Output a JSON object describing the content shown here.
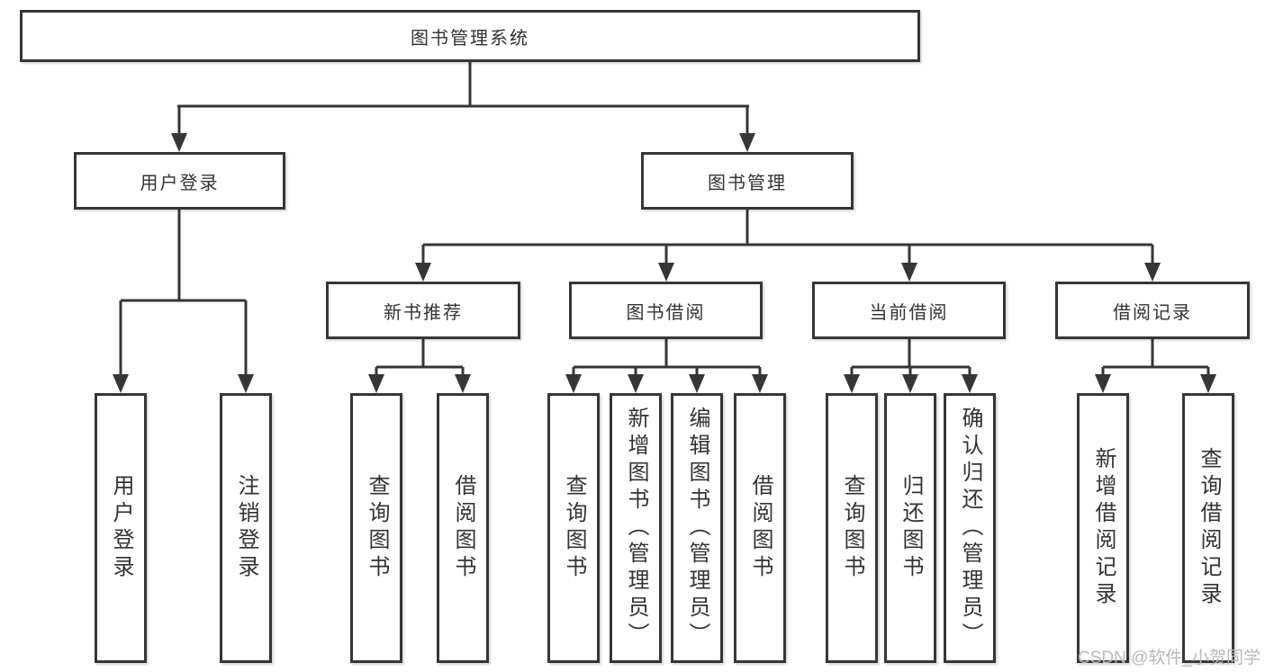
{
  "diagram": {
    "watermark": "CSDN @软件_小贺同学",
    "colors": {
      "line": "#363636",
      "text": "#333333",
      "box_background": "#ffffff",
      "watermark": "#b9b9b9"
    },
    "tree": {
      "label": "图书管理系统",
      "children": [
        {
          "label": "用户登录",
          "children": [
            {
              "label": "用户登录"
            },
            {
              "label": "注销登录"
            }
          ]
        },
        {
          "label": "图书管理",
          "children": [
            {
              "label": "新书推荐",
              "children": [
                {
                  "label": "查询图书"
                },
                {
                  "label": "借阅图书"
                }
              ]
            },
            {
              "label": "图书借阅",
              "children": [
                {
                  "label": "查询图书"
                },
                {
                  "label": "新增图书（管理员）"
                },
                {
                  "label": "编辑图书（管理员）"
                },
                {
                  "label": "借阅图书"
                }
              ]
            },
            {
              "label": "当前借阅",
              "children": [
                {
                  "label": "查询图书"
                },
                {
                  "label": "归还图书"
                },
                {
                  "label": "确认归还（管理员）"
                }
              ]
            },
            {
              "label": "借阅记录",
              "children": [
                {
                  "label": "新增借阅记录"
                },
                {
                  "label": "查询借阅记录"
                }
              ]
            }
          ]
        }
      ]
    }
  }
}
